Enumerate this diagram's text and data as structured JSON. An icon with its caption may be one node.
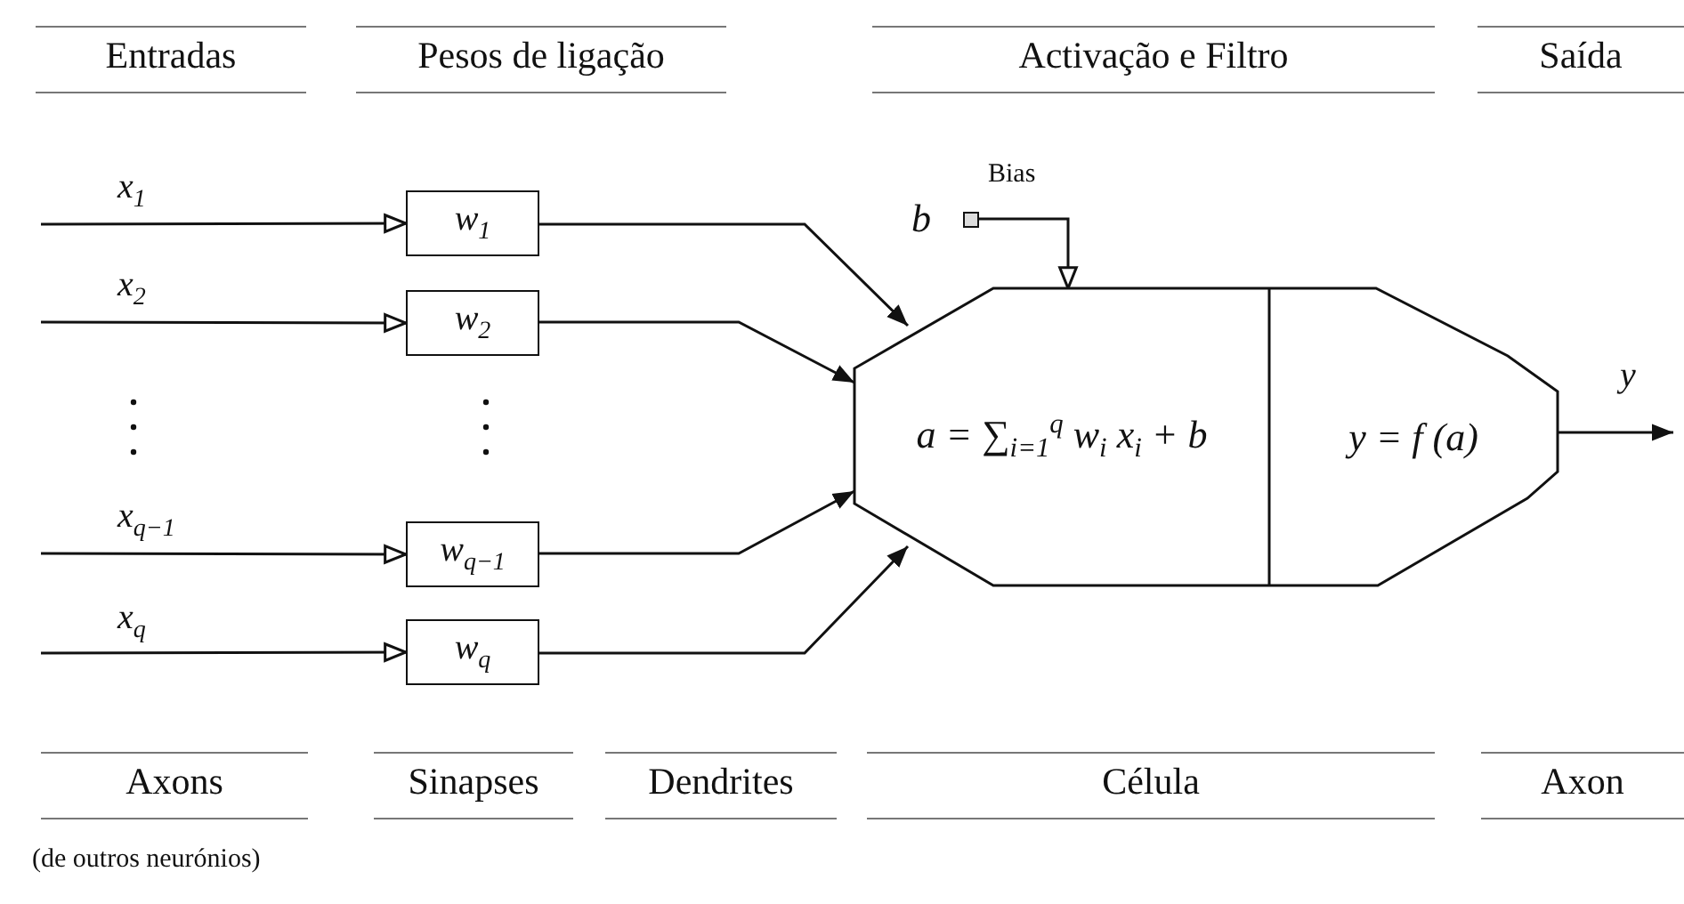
{
  "diagram": {
    "nodes": [
      {
        "text": [
          "w$_{1}$"
        ]
      },
      {
        "text": [
          "w$_{2}$"
        ]
      },
      {
        "text": [
          "w$_{q−1}$"
        ]
      },
      {
        "text": [
          "w$_{q}$"
        ]
      },
      {
        "text": [
          "a = ∑$_{i=1}$$^{q}$ w$_{i}$ x$_{i}$ + b",
          "y = f (a)"
        ]
      },
      {
        "text": [],
        "shape": "box",
        "beside": [
          "Bias",
          "b"
        ]
      }
    ],
    "edges": [
      {
        "from": null,
        "to": 0,
        "arrow": "to",
        "label": "x$_{1}$"
      },
      {
        "from": null,
        "to": 1,
        "arrow": "to",
        "label": "x$_{2}$"
      },
      {
        "from": null,
        "to": 2,
        "arrow": "to",
        "label": "x$_{q−1}$"
      },
      {
        "from": null,
        "to": 3,
        "arrow": "to",
        "label": "x$_{q}$"
      },
      {
        "from": 0,
        "to": 4,
        "arrow": "to"
      },
      {
        "from": 1,
        "to": 4,
        "arrow": "to"
      },
      {
        "from": 2,
        "to": 4,
        "arrow": "to"
      },
      {
        "from": 3,
        "to": 4,
        "arrow": "to"
      },
      {
        "from": 5,
        "to": 4,
        "arrow": "to"
      },
      {
        "from": 4,
        "to": null,
        "arrow": "to",
        "label": "y"
      }
    ],
    "labels": [
      "Entradas",
      "Pesos de ligação",
      "Activação e Filtro",
      "Saída",
      "Axons",
      "Sinapses",
      "Dendrites",
      "Célula",
      "Axon",
      "(de outros neurónios)"
    ]
  }
}
